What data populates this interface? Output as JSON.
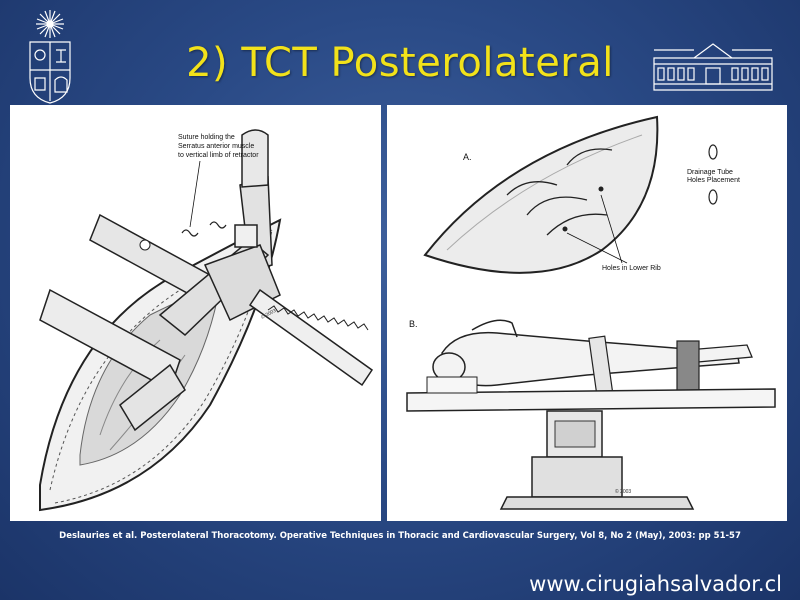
{
  "slide": {
    "title": "2) TCT Posterolateral",
    "caption": "Deslauries et al. Posterolateral Thoracotomy. Operative Techniques in Thoracic and Cardiovascular Surgery, Vol 8, No 2 (May), 2003: pp 51-57",
    "website": "www.cirugiahsalvador.cl"
  },
  "left_figure": {
    "annotation_line1": "Suture holding the",
    "annotation_line2": "Serratus anterior muscle",
    "annotation_line3": "to vertical limb of retractor",
    "copyright": "© 2003"
  },
  "right_figure": {
    "label_a": "A.",
    "label_b": "B.",
    "drainage_line1": "Drainage Tube",
    "drainage_line2": "Holes Placement",
    "holes_label": "Holes in Lower Rib",
    "copyright": "© 2003"
  },
  "colors": {
    "background": "#2a4a86",
    "title": "#f2e21a",
    "text": "#ffffff"
  }
}
